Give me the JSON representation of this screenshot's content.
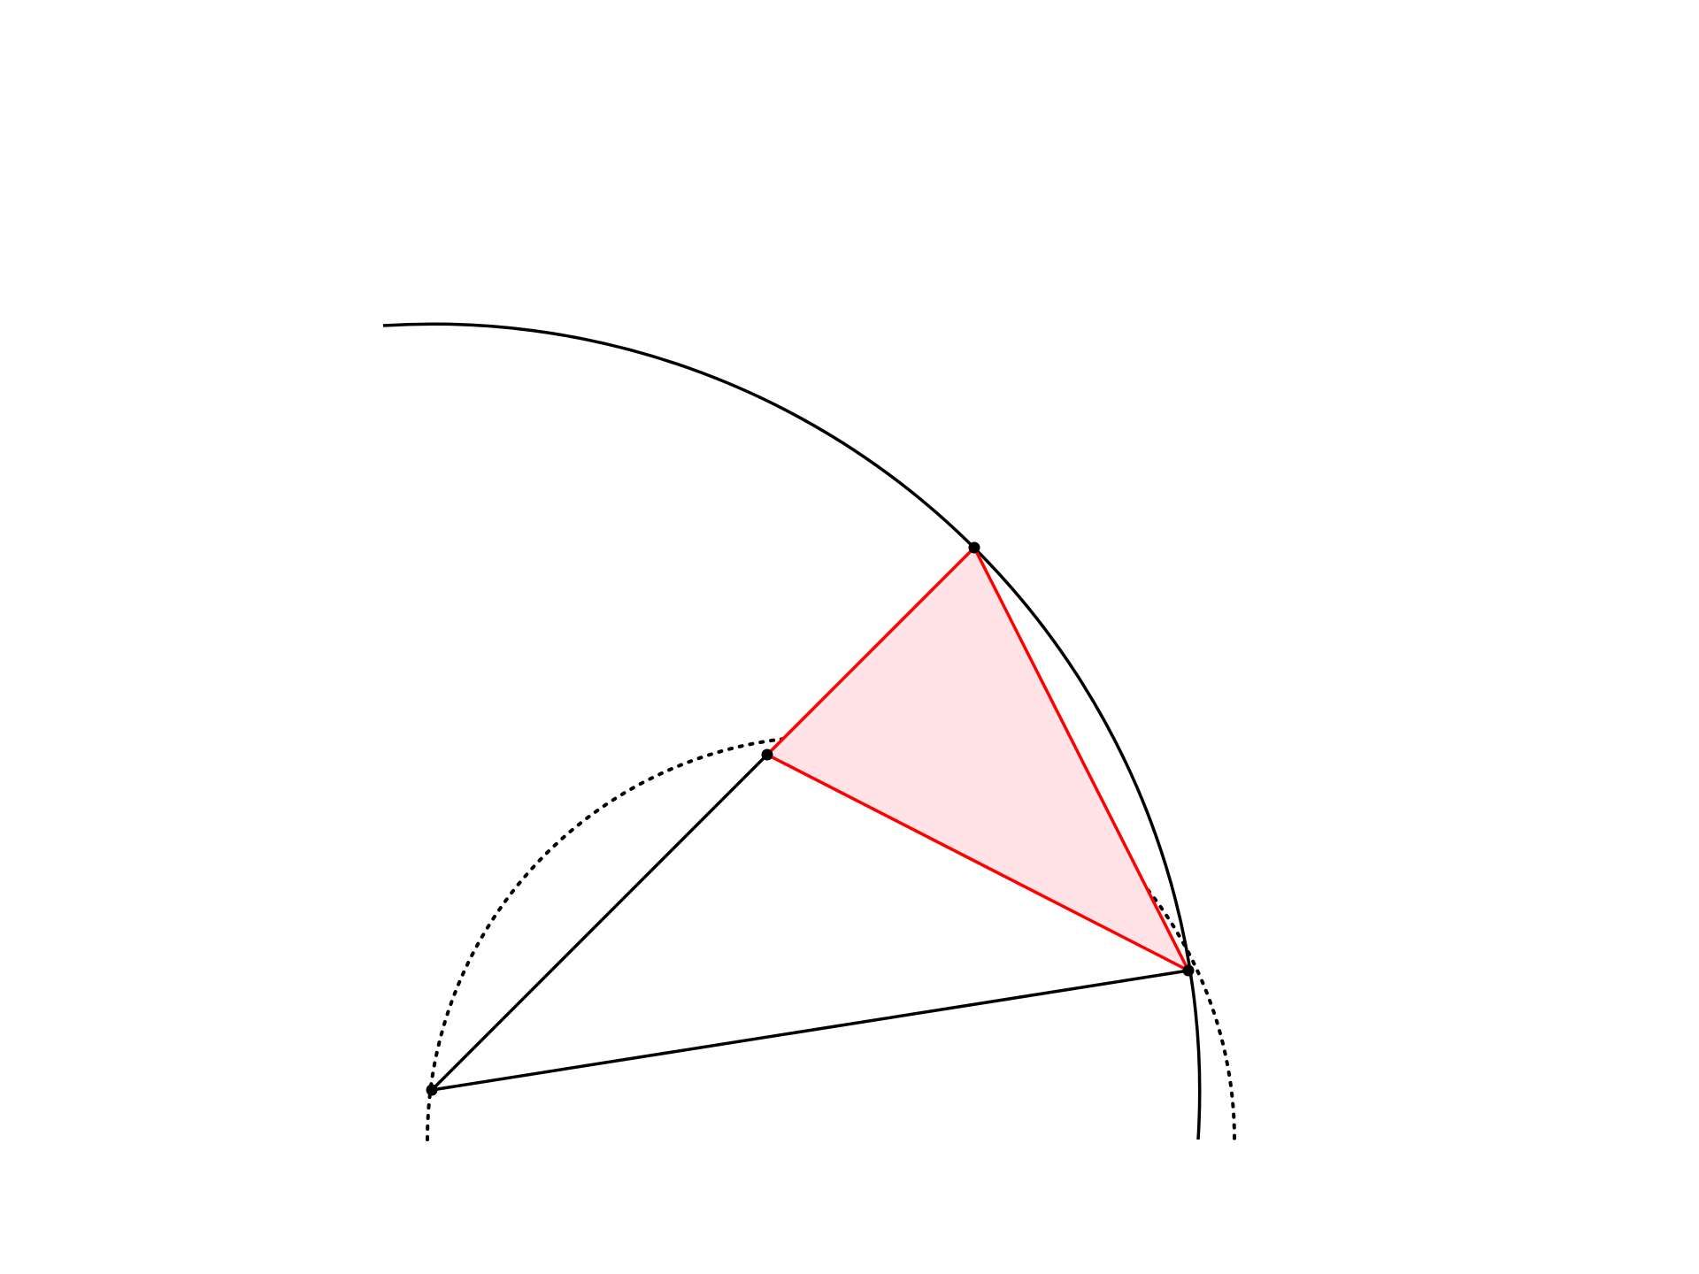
{
  "diagram": {
    "colors": {
      "background": "#ffffff",
      "stroke": "#000000",
      "triangle_stroke": "#ff0000",
      "triangle_fill": "#ffe3e6"
    },
    "points": [
      {
        "name": "origin"
      },
      {
        "name": "point-on-large-arc"
      },
      {
        "name": "point-on-small-arc"
      },
      {
        "name": "intersection-point"
      }
    ],
    "elements": [
      {
        "name": "large-arc",
        "style": "solid"
      },
      {
        "name": "small-dotted-arc",
        "style": "dotted"
      },
      {
        "name": "red-triangle",
        "style": "filled"
      }
    ]
  }
}
